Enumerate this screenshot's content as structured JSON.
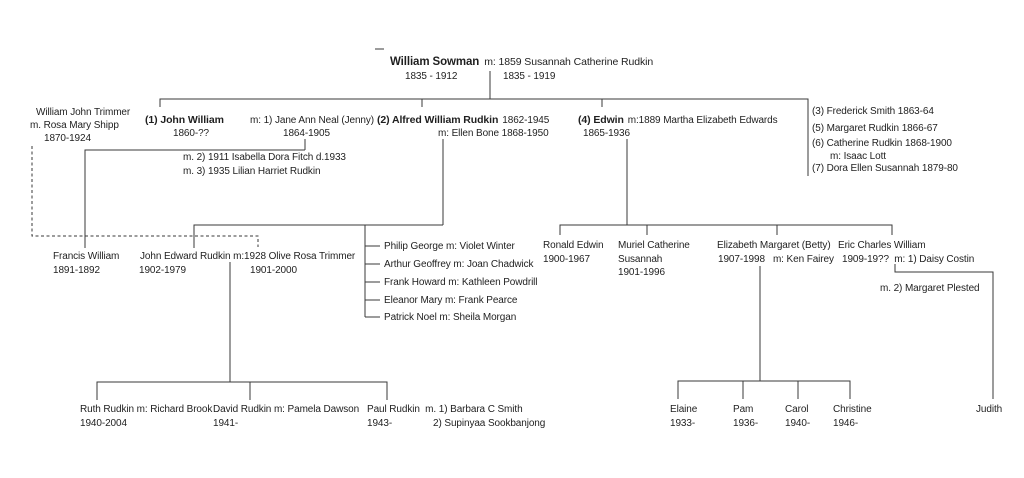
{
  "page": {
    "background": "#ffffff",
    "ink": "#1f1f1f",
    "line_color": "#3a3a3a"
  },
  "tree": {
    "root": {
      "name": "William Sowman",
      "marriage": "m: 1859 Susannah Catherine Rudkin",
      "husband_dates": "1835 - 1912",
      "wife_dates": "1835 - 1919"
    },
    "trimmer": {
      "name": "William John Trimmer",
      "marriage": "m. Rosa Mary Shipp",
      "dates": "1870-1924"
    },
    "john_william": {
      "name": "(1) John William",
      "marriage1": "m: 1) Jane Ann Neal (Jenny)",
      "dates": "1860-??",
      "wife1_dates": "1864-1905",
      "marriage2": "m. 2) 1911 Isabella Dora Fitch d.1933",
      "marriage3": "m. 3) 1935 Lilian Harriet Rudkin"
    },
    "alfred": {
      "name": "(2) Alfred William Rudkin",
      "dates": "1862-1945",
      "marriage": "m: Ellen Bone 1868-1950"
    },
    "edwin": {
      "name": "(4) Edwin",
      "marriage": "m:1889 Martha Elizabeth Edwards",
      "dates": "1865-1936"
    },
    "other_children": [
      "(3) Frederick Smith 1863-64",
      "(5) Margaret Rudkin 1866-67",
      "(6) Catherine Rudkin 1868-1900",
      "m: Isaac Lott",
      "(7) Dora Ellen Susannah 1879-80"
    ],
    "francis": {
      "name": "Francis William",
      "dates": "1891-1892"
    },
    "john_edward": {
      "name_marriage": "John Edward Rudkin m:1928 Olive Rosa Trimmer",
      "dates": "1902-1979",
      "wife_dates": "1901-2000"
    },
    "alfred_children": [
      "Philip George m: Violet Winter",
      "Arthur Geoffrey m: Joan Chadwick",
      "Frank Howard m: Kathleen Powdrill",
      "Eleanor Mary m: Frank Pearce",
      "Patrick Noel m: Sheila Morgan"
    ],
    "ronald": {
      "name": "Ronald Edwin",
      "dates": "1900-1967"
    },
    "muriel": {
      "name": "Muriel Catherine",
      "name2": "Susannah",
      "dates": "1901-1996"
    },
    "betty": {
      "name": "Elizabeth Margaret (Betty)",
      "dates_marriage": "1907-1998   m: Ken Fairey"
    },
    "eric": {
      "name": "Eric Charles William",
      "dates_marriage": "1909-19??  m: 1) Daisy Costin",
      "marriage2": "m. 2) Margaret Plested"
    },
    "ruth": {
      "name_marriage": "Ruth Rudkin m: Richard Brook",
      "dates": "1940-2004"
    },
    "david": {
      "name_marriage": "David Rudkin m: Pamela Dawson",
      "dates": "1941-"
    },
    "paul": {
      "name_marriage": "Paul Rudkin  m. 1) Barbara C Smith",
      "dates": "1943-",
      "marriage2": "2) Supinyaa Sookbanjong"
    },
    "elaine": {
      "name": "Elaine",
      "dates": "1933-"
    },
    "pam": {
      "name": "Pam",
      "dates": "1936-"
    },
    "carol": {
      "name": "Carol",
      "dates": "1940-"
    },
    "christine": {
      "name": "Christine",
      "dates": "1946-"
    },
    "judith": {
      "name": "Judith"
    }
  }
}
